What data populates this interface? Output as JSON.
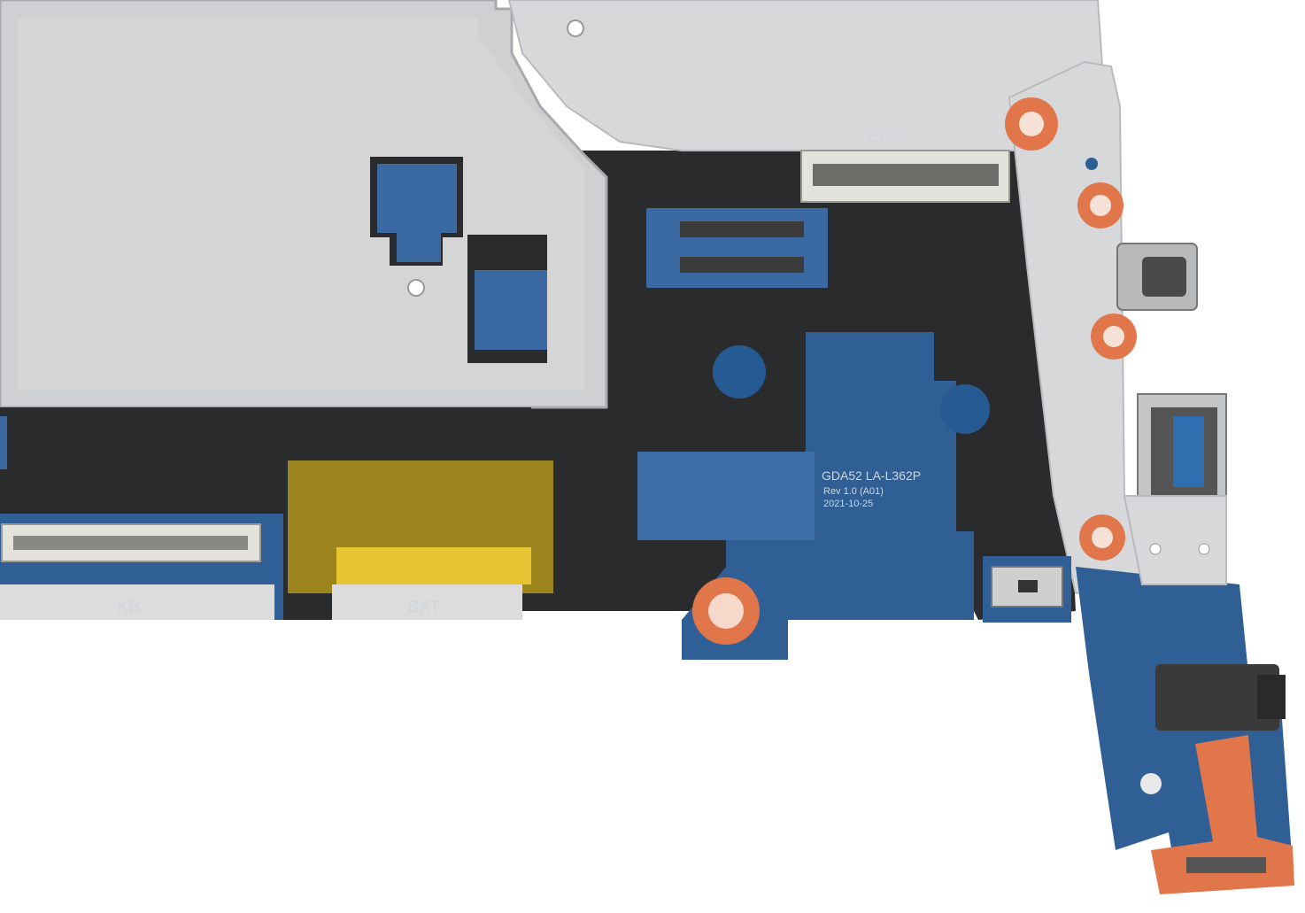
{
  "board": {
    "label_edp": "EDP",
    "label_kb": "KB",
    "label_bat": "BAT",
    "silk_model": "GDA52 LA-L362P",
    "silk_rev": "Rev 1.0 (A01)",
    "silk_date": "2021-10-25"
  },
  "colors": {
    "shield": "#cfd0d2",
    "shield_shadow": "#a8aaad",
    "pcb_black": "#2a2b2d",
    "pcb_blue": "#2f5f95",
    "kapton": "#c2a21a",
    "copper_ring": "#e0764a",
    "bracket": "#d7d8da"
  }
}
